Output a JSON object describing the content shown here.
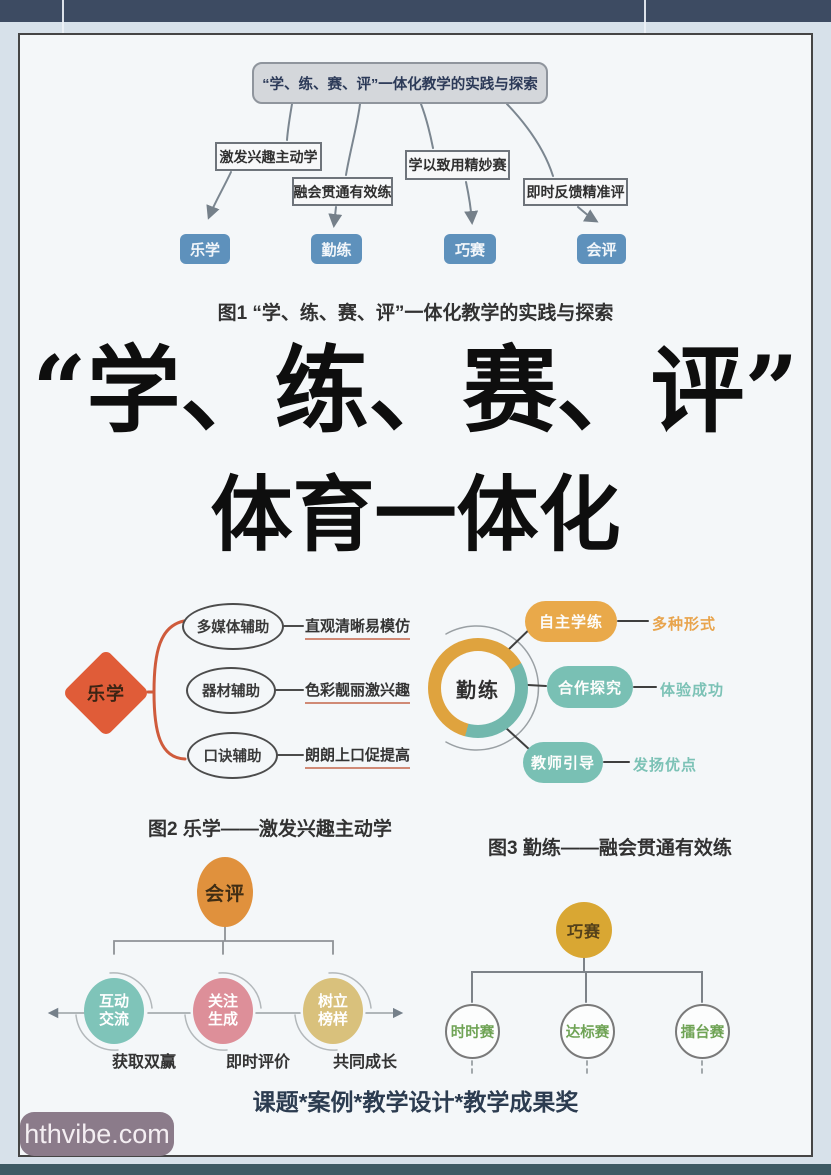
{
  "accents": {
    "steel_blue": "#5e91bc",
    "orange_red": "#e05c38",
    "gold": "#d9a733",
    "pill_orange": "#e9a94a",
    "teal": "#79c0b4",
    "pink": "#dd8f99",
    "khaki": "#d9c17c",
    "green_text": "#6fa355",
    "navy_bar": "#3d4b62",
    "bottom_bar": "#3e5a64",
    "watermark_bg": "#8b7b8a"
  },
  "figure1": {
    "root": "“学、练、赛、评”一体化教学的实践与探索",
    "branches": [
      "激发兴趣主动学",
      "融会贯通有效练",
      "学以致用精妙赛",
      "即时反馈精准评"
    ],
    "nodes": [
      "乐学",
      "勤练",
      "巧赛",
      "会评"
    ],
    "caption": "图1 “学、练、赛、评”一体化教学的实践与探索"
  },
  "headline": {
    "line1": "“学、练、赛、评”",
    "line2": "体育一体化"
  },
  "figure2": {
    "center": "乐学",
    "branches": [
      {
        "node": "多媒体辅助",
        "desc": "直观清晰易模仿"
      },
      {
        "node": "器材辅助",
        "desc": "色彩靓丽激兴趣"
      },
      {
        "node": "口诀辅助",
        "desc": "朗朗上口促提高"
      }
    ],
    "caption": "图2 乐学——激发兴趣主动学"
  },
  "figure3": {
    "center": "勤练",
    "branches": [
      {
        "node": "自主学练",
        "desc": "多种形式"
      },
      {
        "node": "合作探究",
        "desc": "体验成功"
      },
      {
        "node": "教师引导",
        "desc": "发扬优点"
      }
    ],
    "caption": "图3 勤练——融会贯通有效练"
  },
  "figure4": {
    "center": "会评",
    "branches": [
      {
        "node": "互动\n交流",
        "desc": "获取双赢"
      },
      {
        "node": "关注\n生成",
        "desc": "即时评价"
      },
      {
        "node": "树立\n榜样",
        "desc": "共同成长"
      }
    ]
  },
  "figure5": {
    "center": "巧赛",
    "nodes": [
      "时时赛",
      "达标赛",
      "擂台赛"
    ]
  },
  "footer": {
    "text": "课题*案例*教学设计*教学成果奖"
  },
  "watermark": {
    "text": "hthvibe.com"
  }
}
